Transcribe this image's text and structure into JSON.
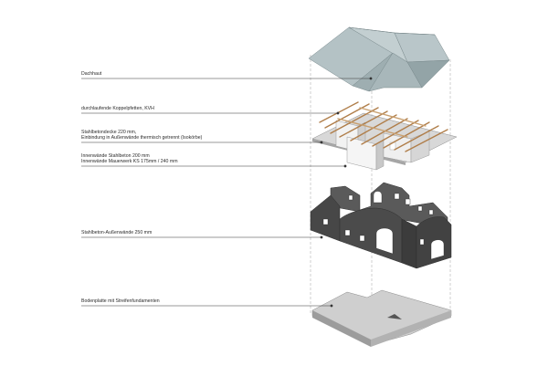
{
  "labels": {
    "dachhaut": "Dachhaut",
    "koppelpfetten": "durchlaufende Koppelpfetten, KVH",
    "decke_line1": "Stahlbetondecke 220 mm,",
    "decke_line2": "Einbindung in Außenwände thermisch getrennt (Isokörbe)",
    "innenwaende_line1": "Innenwände Stahlbeton 200 mm",
    "innenwaende_line2": "Innenwände Mauerwerk KS 175mm / 240 mm",
    "aussenwaende": "Stahlbeton-Außenwände 250 mm",
    "bodenplatte": "Bodenplatte mit Streifenfundamenten"
  },
  "colors": {
    "roof": "#a9b8bb",
    "roof_dark": "#8a9b9e",
    "wall": "#4a4a4a",
    "wall_dark": "#353535",
    "slab": "#d0d0d0",
    "slab_side": "#9a9a9a",
    "timber": "#c59a6a",
    "leader": "#333333",
    "dashed": "#999999"
  }
}
